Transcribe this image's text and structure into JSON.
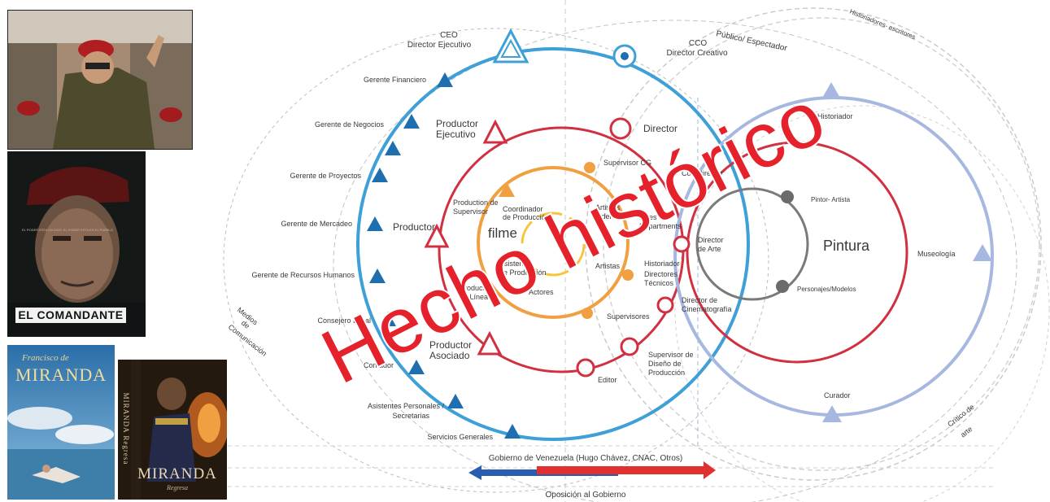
{
  "posters": {
    "poster2_title": "EL COMANDANTE",
    "poster2_small": "EL PODER ESTA EN DIOS, EL PODER ESTA EN EL PUEBLO",
    "poster3_script": "Francisco de",
    "poster3_title": "MIRANDA",
    "poster4_title": "MIRANDA",
    "poster4_sub": "Regresa",
    "poster4_vertical": "MIRANDA Regresa"
  },
  "blue_ring": {
    "top": "CEO",
    "top2": "Director Ejecutivo",
    "items": [
      "Gerente Financiero",
      "Gerente de Negocios",
      "Gerente de Proyectos",
      "Gerente de Mercadeo",
      "Gerente de Recursos Humanos",
      "Consejero Legal",
      "Contador",
      "Asistentes Personales /",
      "Secretarias",
      "Servicios Generales"
    ],
    "cco": "CCO",
    "cco2": "Director Creativo",
    "productor": "Productor"
  },
  "red_ring": {
    "items": [
      "Productor",
      "Ejecutivo",
      "Director",
      "Supervisor CG",
      "Production de",
      "Supervisor",
      "Co - Director",
      "Jefes de",
      "Departments",
      "Director",
      "de Arte",
      "Historiador",
      "Directores",
      "Técnicos",
      "Director de",
      "Cinematografía",
      "Supervisores",
      "Productor",
      "de Línea",
      "Productor",
      "Asociado",
      "Supervisor de",
      "Diseño de",
      "Producción",
      "Editor"
    ]
  },
  "orange_ring": {
    "center": "filme",
    "items": [
      "Coordinador",
      "de Producción",
      "Artistas",
      "Líderes",
      "Artistas",
      "Asistentes",
      "de Producción",
      "Actores"
    ]
  },
  "right": {
    "publico": "Público/ Espectador",
    "historiadores": "Historiadores- escritores",
    "historiador": "Historiador",
    "pintura": "Pintura",
    "pintor": "Pintor- Artista",
    "personajes": "Personajes/Modelos",
    "museologia": "Museología",
    "curador": "Curador",
    "critico": "Crítico de",
    "critico2": "arte"
  },
  "medios": [
    "Medios",
    "de",
    "Comunicación"
  ],
  "bottom": {
    "gobierno": "Gobierno de Venezuela (Hugo Chávez, CNAC, Otros)",
    "oposicion": "Oposición al Gobierno"
  },
  "overlay": {
    "text": "Hecho histórico"
  },
  "colors": {
    "blue": "#3ea0d6",
    "blue_dark": "#1f6fb0",
    "red": "#d03040",
    "orange": "#f0a040",
    "yellow": "#f6c53a",
    "gray": "#7a7a7a",
    "lavender": "#a7b8e0",
    "overlay_red": "#e5222b",
    "arrow_blue": "#2a5cb0",
    "arrow_red": "#e03030"
  }
}
